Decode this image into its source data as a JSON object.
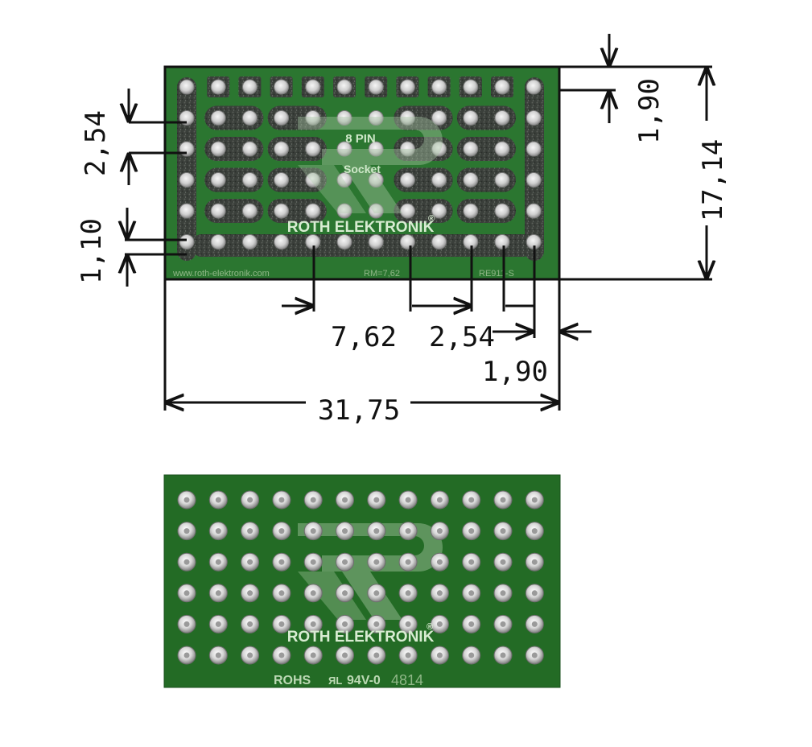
{
  "top_view": {
    "silkscreen": {
      "socket_line1": "8 PIN",
      "socket_line2": "Socket",
      "brand": "ROTH ELEKTRONIK",
      "registered": "®",
      "website": "www.roth-elektronik.com",
      "rm_label": "RM=7,62",
      "part_code": "RE911-S"
    },
    "grid": {
      "columns": 12,
      "rows": 6
    }
  },
  "dimensions": {
    "pitch_vertical": "2,54",
    "pad_edge_offset": "1,10",
    "top_margin": "1,90",
    "board_height": "17,14",
    "row_spacing": "7,62",
    "pitch_horizontal": "2,54",
    "side_margin": "1,90",
    "board_width": "31,75"
  },
  "bottom_view": {
    "silkscreen": {
      "brand": "ROTH ELEKTRONIK",
      "registered": "®",
      "rohs": "ROHS",
      "ul_mark": "ЯL",
      "flammability": "94V-0",
      "date_code": "4814"
    },
    "grid": {
      "columns": 12,
      "rows": 6
    }
  },
  "colors": {
    "pcb_green": "#2c7a2c",
    "pcb_dark": "#1f5e22",
    "pad_silver": "#d9d9d9",
    "dimension_ink": "#111111"
  }
}
